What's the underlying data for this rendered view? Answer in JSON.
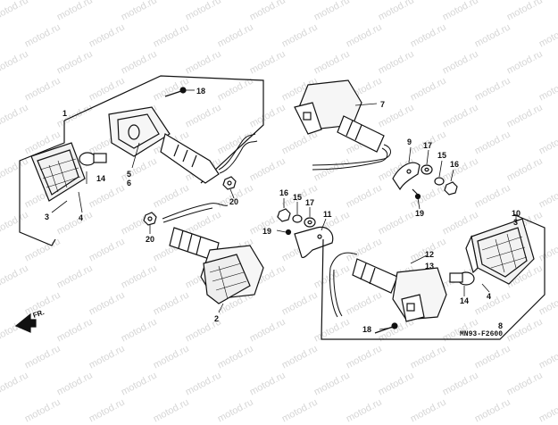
{
  "diagram_code": "MN93-F2600",
  "direction_label": "FR.",
  "watermark_text": "motod.ru",
  "callouts": {
    "c1": "1",
    "c2": "2",
    "c3a": "3",
    "c3b": "3",
    "c4a": "4",
    "c4b": "4",
    "c5": "5",
    "c6": "6",
    "c7": "7",
    "c8": "8",
    "c9": "9",
    "c10": "10",
    "c11": "11",
    "c12": "12",
    "c13": "13",
    "c14a": "14",
    "c14b": "14",
    "c15a": "15",
    "c15b": "15",
    "c16a": "16",
    "c16b": "16",
    "c17a": "17",
    "c17b": "17",
    "c18a": "18",
    "c18b": "18",
    "c19a": "19",
    "c19b": "19",
    "c20a": "20",
    "c20b": "20"
  },
  "colors": {
    "line": "#111111",
    "watermark": "#d6d6d6",
    "background": "#ffffff"
  }
}
